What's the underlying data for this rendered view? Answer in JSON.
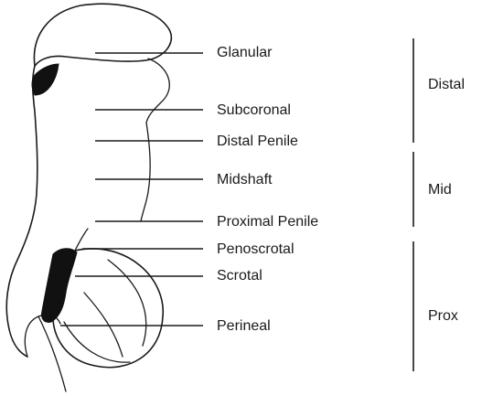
{
  "diagram": {
    "level_labels": {
      "glanular": "Glanular",
      "subcoronal": "Subcoronal",
      "distal_penile": "Distal Penile",
      "midshaft": "Midshaft",
      "proximal_penile": "Proximal Penile",
      "penoscrotal": "Penoscrotal",
      "scrotal": "Scrotal",
      "perineal": "Perineal"
    },
    "group_labels": {
      "distal": "Distal",
      "mid": "Mid",
      "prox": "Prox"
    },
    "colors": {
      "line": "#1a1a1a",
      "shading": "#111111",
      "background": "#ffffff"
    }
  }
}
